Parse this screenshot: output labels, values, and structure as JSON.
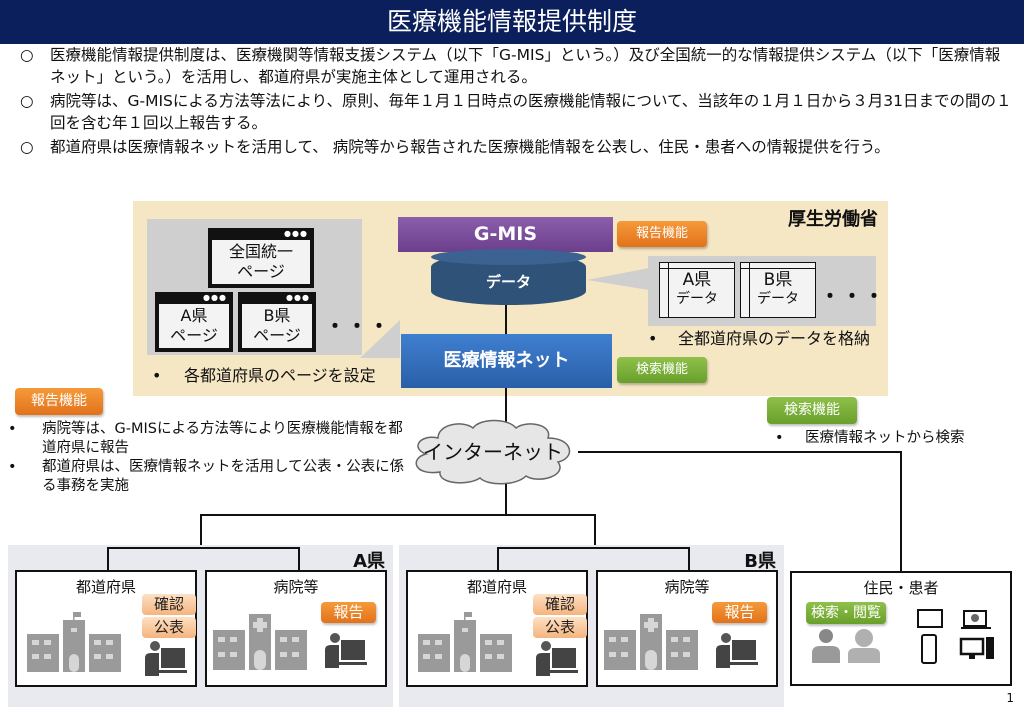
{
  "title": "医療機能情報提供制度",
  "bullets": [
    {
      "mark": "○",
      "text": "医療機能情報提供制度は、医療機関等情報支援システム（以下「G-MIS」という。）及び全国統一的な情報提供システム（以下「医療情報ネット」という。）を活用し、都道府県が実施主体として運用される。"
    },
    {
      "mark": "○",
      "text": "病院等は、G-MISによる方法等法により、原則、毎年１月１日時点の医療機能情報について、当該年の１月１日から３月31日までの間の１回を含む年１回以上報告する。"
    },
    {
      "mark": "○",
      "text": "都道府県は医療情報ネットを活用して、 病院等から報告された医療機能情報を公表し、住民・患者への情報提供を行う。"
    }
  ],
  "diagram": {
    "mhlw_label": "厚生労働省",
    "pages": {
      "national": "全国統一\nページ",
      "national_l1": "全国統一",
      "national_l2": "ページ",
      "a_l1": "A県",
      "a_l2": "ページ",
      "b_l1": "B県",
      "b_l2": "ページ",
      "ellipsis": "・・・",
      "note": "各都道府県のページを設定"
    },
    "gmis": "G-MIS",
    "database": "データ",
    "iryonet": "医療情報ネット",
    "report_tag": "報告機能",
    "search_tag": "検索機能",
    "data_sheets": {
      "a_l1": "A県",
      "a_l2": "データ",
      "b_l1": "B県",
      "b_l2": "データ",
      "ellipsis": "・・・",
      "note": "全都道府県のデータを格納"
    },
    "left_notes": {
      "tag": "報告機能",
      "items": [
        "病院等は、G-MISによる方法等により医療機能情報を都道府県に報告",
        "都道府県は、医療情報ネットを活用して公表・公表に係る事務を実施"
      ]
    },
    "right_notes": {
      "tag": "検索機能",
      "items": [
        "医療情報ネットから検索"
      ]
    },
    "internet": "インターネット",
    "prefectures": [
      {
        "label": "A県",
        "gov_title": "都道府県",
        "gov_tags": [
          "確認",
          "公表"
        ],
        "hosp_title": "病院等",
        "hosp_tag": "報告"
      },
      {
        "label": "B県",
        "gov_title": "都道府県",
        "gov_tags": [
          "確認",
          "公表"
        ],
        "hosp_title": "病院等",
        "hosp_tag": "報告"
      }
    ],
    "residents": {
      "title": "住民・患者",
      "tag": "検索・閲覧"
    }
  },
  "page_number": "1",
  "colors": {
    "title_bg": "#0b1f5c",
    "mhlw_bg": "#f5e6c4",
    "gmis": "#7a4f9a",
    "database": "#2f5279",
    "iryonet": "#2f6cbf",
    "orange_tag": "#e8801f",
    "green_tag": "#76ad34",
    "pref_bg": "#e8eaef"
  }
}
